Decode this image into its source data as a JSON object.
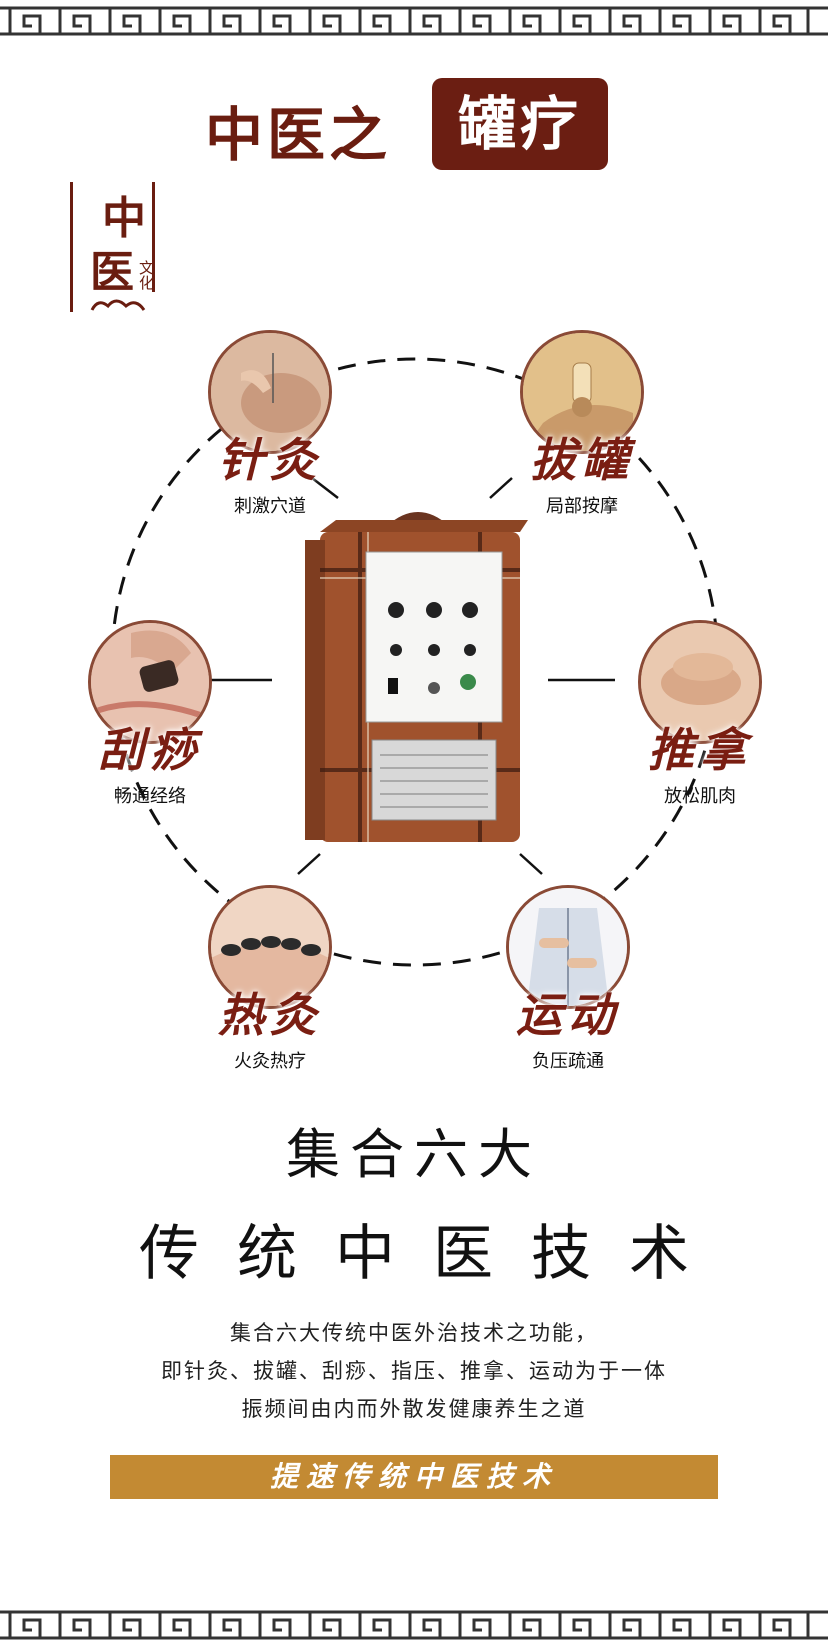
{
  "title": {
    "left": "中医之",
    "boxed": "罐疗"
  },
  "logo": {
    "char1": "中",
    "char2": "医",
    "subtitle": "文化"
  },
  "therapies": [
    {
      "name": "针灸",
      "desc": "刺激穴道",
      "icon": "acupuncture-photo"
    },
    {
      "name": "拔罐",
      "desc": "局部按摩",
      "icon": "cupping-photo"
    },
    {
      "name": "刮痧",
      "desc": "畅通经络",
      "icon": "gua-sha-photo"
    },
    {
      "name": "推拿",
      "desc": "放松肌肉",
      "icon": "massage-photo"
    },
    {
      "name": "热灸",
      "desc": "火灸热疗",
      "icon": "hot-stone-photo"
    },
    {
      "name": "运动",
      "desc": "负压疏通",
      "icon": "tai-chi-photo"
    }
  ],
  "headline": {
    "line1": "集合六大",
    "line2": "传统中医技术"
  },
  "paragraph": [
    "集合六大传统中医外治技术之功能，",
    "即针灸、拔罐、刮痧、指压、推拿、运动为于一体",
    "振频间由内而外散发健康养生之道"
  ],
  "banner": "提速传统中医技术",
  "colors": {
    "maroon": "#6b1e12",
    "gold": "#c38a33",
    "brown": "#8a4a36"
  }
}
